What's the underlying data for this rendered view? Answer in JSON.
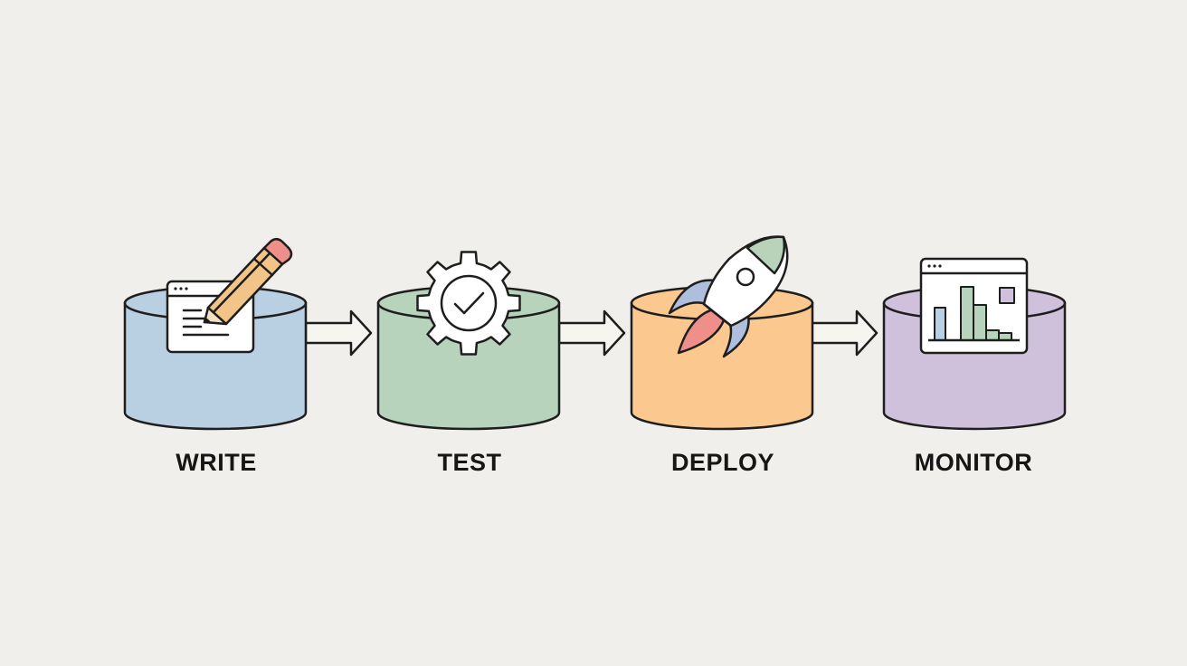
{
  "stages": [
    {
      "label": "WRITE",
      "icon": "pencil-on-document-icon",
      "fill": "#b9cfe2"
    },
    {
      "label": "TEST",
      "icon": "gear-checkmark-icon",
      "fill": "#b8d3bb"
    },
    {
      "label": "DEPLOY",
      "icon": "rocket-icon",
      "fill": "#fbc98f"
    },
    {
      "label": "MONITOR",
      "icon": "bar-chart-window-icon",
      "fill": "#cfc1dc"
    }
  ],
  "colors": {
    "background": "#f0efeb",
    "outline": "#1e1e1e",
    "arrow_fill": "#f7f5f0",
    "pencil_body": "#f3c487",
    "pencil_tip": "#ef8f8a",
    "rocket_nose": "#b9d3bb",
    "rocket_fin": "#aebfdd",
    "rocket_flame": "#ef8f8a",
    "chart_bars": "#b8d3bb",
    "chart_bar_blue": "#b9cfe2",
    "chart_square": "#cfc1dc"
  }
}
